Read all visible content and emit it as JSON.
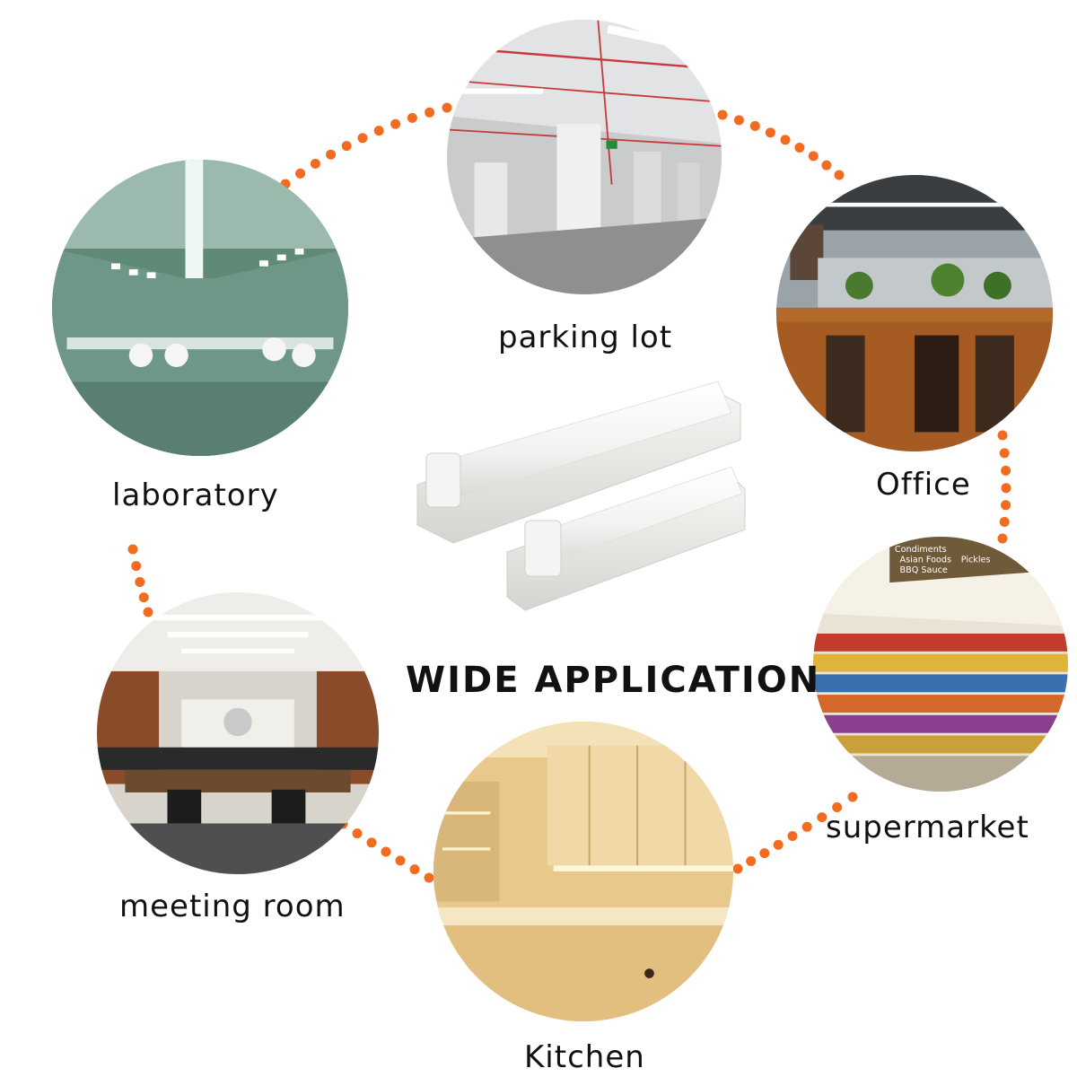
{
  "title": "WIDE APPLICATION",
  "accent_color": "#f26b21",
  "applications": [
    {
      "key": "parking",
      "label": "parking lot"
    },
    {
      "key": "laboratory",
      "label": "laboratory"
    },
    {
      "key": "office",
      "label": "Office"
    },
    {
      "key": "supermarket",
      "label": "supermarket"
    },
    {
      "key": "meeting",
      "label": "meeting room"
    },
    {
      "key": "kitchen",
      "label": "Kitchen"
    }
  ],
  "supermarket_signs": [
    "Condiments",
    "Asian Foods",
    "BBQ Sauce",
    "Pickles"
  ]
}
